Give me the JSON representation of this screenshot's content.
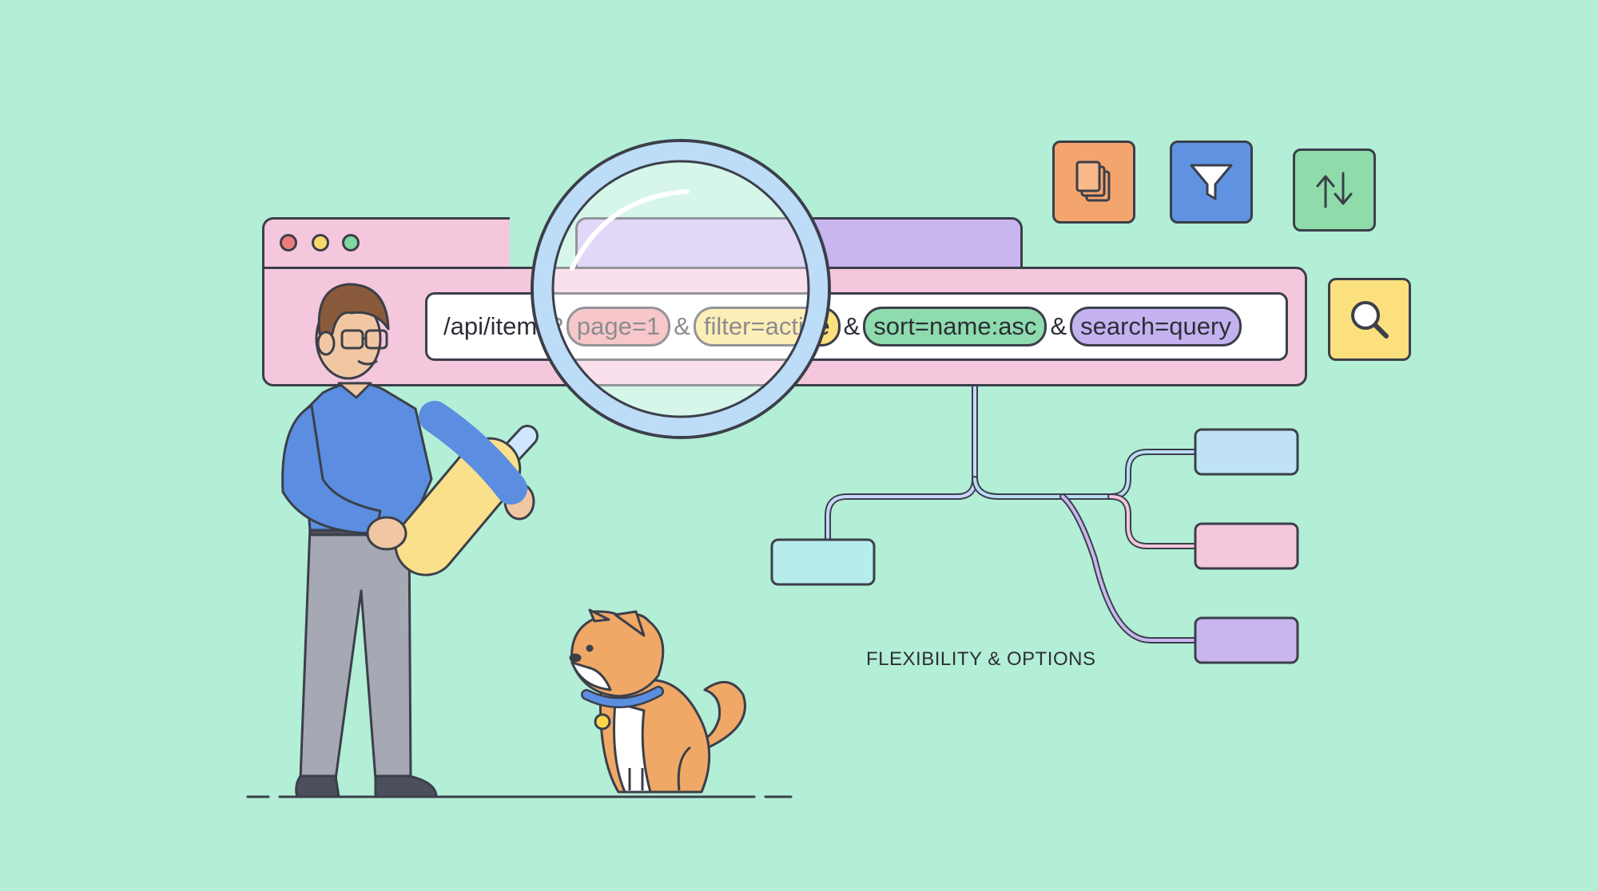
{
  "url": {
    "base": "/api/items?",
    "separator": "&",
    "params": [
      {
        "text": "page=1",
        "color": "#f09a9e"
      },
      {
        "text": "filter=active",
        "color": "#fbe07d"
      },
      {
        "text": "sort=name:asc",
        "color": "#8edbae"
      },
      {
        "text": "search=query",
        "color": "#c4b2f0"
      }
    ]
  },
  "caption": "FLEXIBILITY & OPTIONS",
  "icons": {
    "pages": "copy-pages-icon",
    "filter": "funnel-filter-icon",
    "sort": "sort-arrows-icon",
    "search": "magnifier-search-icon"
  },
  "colors": {
    "background": "#b3eed6",
    "browser": "#f4c7dc",
    "tab": "#c9b6ef"
  }
}
